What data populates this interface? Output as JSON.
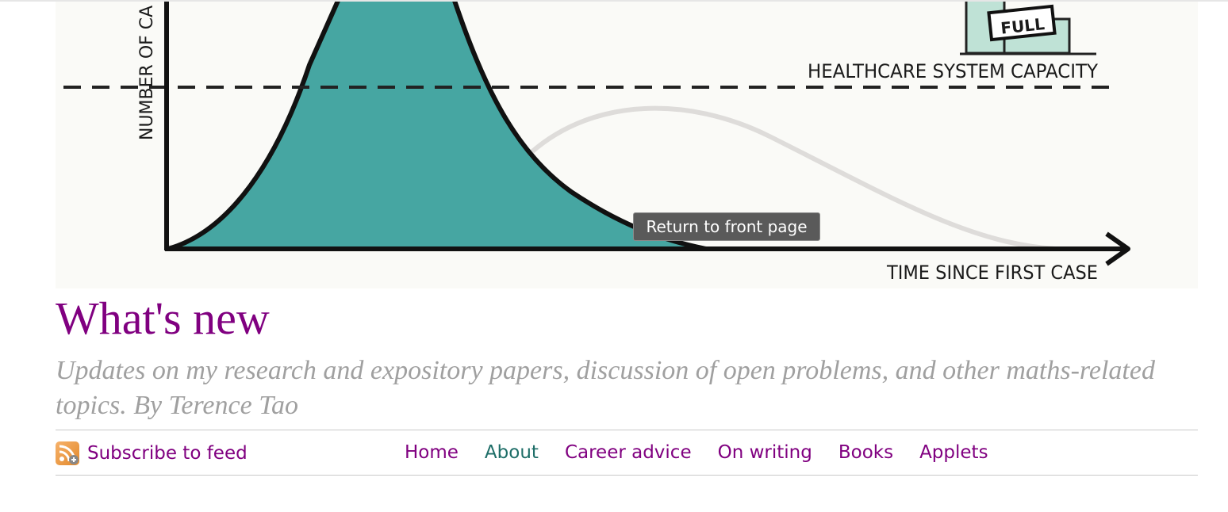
{
  "header": {
    "image": {
      "y_axis_label": "NUMBER OF CA",
      "capacity_label": "HEALTHCARE SYSTEM CAPACITY",
      "x_axis_label": "TIME SINCE FIRST CASE",
      "hospital_sign": "FULL",
      "curve_color": "#46a6a2"
    },
    "tooltip": "Return to front page"
  },
  "site": {
    "title": "What's new",
    "tagline": "Updates on my research and expository papers, discussion of open problems, and other maths-related topics. By Terence Tao"
  },
  "nav": {
    "feed_label": "Subscribe to feed",
    "feed_icon": "rss-feed-icon",
    "items": [
      {
        "label": "Home"
      },
      {
        "label": "About"
      },
      {
        "label": "Career advice"
      },
      {
        "label": "On writing"
      },
      {
        "label": "Books"
      },
      {
        "label": "Applets"
      }
    ]
  },
  "colors": {
    "title": "#800080",
    "tagline": "#a0a0a0",
    "link": "#800080",
    "link_visited": "#1e6e68"
  }
}
